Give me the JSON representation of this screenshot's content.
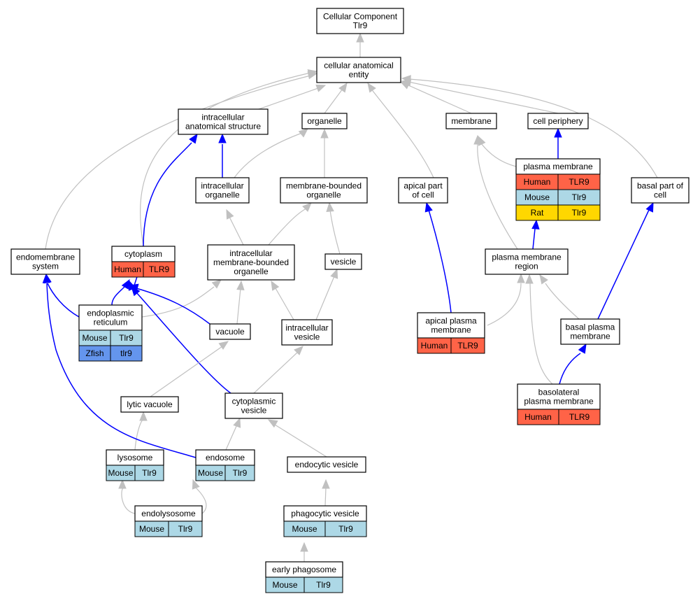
{
  "colors": {
    "Human": "#ff6347",
    "Mouse": "#add8e6",
    "Rat": "#ffd700",
    "Zfish": "#6495ed",
    "edge_is_a": "#c0c0c0",
    "edge_part_of": "#0000ff"
  },
  "nodes": {
    "root": {
      "lines": [
        "Cellular Component",
        "Tlr9"
      ],
      "rows": []
    },
    "cae": {
      "lines": [
        "cellular anatomical",
        "entity"
      ],
      "rows": []
    },
    "ias": {
      "lines": [
        "intracellular",
        "anatomical structure"
      ],
      "rows": []
    },
    "organelle": {
      "lines": [
        "organelle"
      ],
      "rows": []
    },
    "membrane": {
      "lines": [
        "membrane"
      ],
      "rows": []
    },
    "cellper": {
      "lines": [
        "cell periphery"
      ],
      "rows": []
    },
    "intorg": {
      "lines": [
        "intracellular",
        "organelle"
      ],
      "rows": []
    },
    "mbo": {
      "lines": [
        "membrane-bounded",
        "organelle"
      ],
      "rows": []
    },
    "apical": {
      "lines": [
        "apical part",
        "of cell"
      ],
      "rows": []
    },
    "pm": {
      "lines": [
        "plasma membrane"
      ],
      "rows": [
        [
          "Human",
          "TLR9"
        ],
        [
          "Mouse",
          "Tlr9"
        ],
        [
          "Rat",
          "Tlr9"
        ]
      ]
    },
    "basal": {
      "lines": [
        "basal part of",
        "cell"
      ],
      "rows": []
    },
    "endomem": {
      "lines": [
        "endomembrane",
        "system"
      ],
      "rows": []
    },
    "cytoplasm": {
      "lines": [
        "cytoplasm"
      ],
      "rows": [
        [
          "Human",
          "TLR9"
        ]
      ]
    },
    "imbo": {
      "lines": [
        "intracellular",
        "membrane-bounded",
        "organelle"
      ],
      "rows": []
    },
    "vesicle": {
      "lines": [
        "vesicle"
      ],
      "rows": []
    },
    "pmr": {
      "lines": [
        "plasma membrane",
        "region"
      ],
      "rows": []
    },
    "er": {
      "lines": [
        "endoplasmic",
        "reticulum"
      ],
      "rows": [
        [
          "Mouse",
          "Tlr9"
        ],
        [
          "Zfish",
          "tlr9"
        ]
      ]
    },
    "vacuole": {
      "lines": [
        "vacuole"
      ],
      "rows": []
    },
    "intves": {
      "lines": [
        "intracellular",
        "vesicle"
      ],
      "rows": []
    },
    "apm": {
      "lines": [
        "apical plasma",
        "membrane"
      ],
      "rows": [
        [
          "Human",
          "TLR9"
        ]
      ]
    },
    "bpm": {
      "lines": [
        "basal plasma",
        "membrane"
      ],
      "rows": []
    },
    "blpm": {
      "lines": [
        "basolateral",
        "plasma membrane"
      ],
      "rows": [
        [
          "Human",
          "TLR9"
        ]
      ]
    },
    "lytic": {
      "lines": [
        "lytic vacuole"
      ],
      "rows": []
    },
    "cytves": {
      "lines": [
        "cytoplasmic",
        "vesicle"
      ],
      "rows": []
    },
    "lysosome": {
      "lines": [
        "lysosome"
      ],
      "rows": [
        [
          "Mouse",
          "Tlr9"
        ]
      ]
    },
    "endosome": {
      "lines": [
        "endosome"
      ],
      "rows": [
        [
          "Mouse",
          "Tlr9"
        ]
      ]
    },
    "endocytic": {
      "lines": [
        "endocytic vesicle"
      ],
      "rows": []
    },
    "endolyso": {
      "lines": [
        "endolysosome"
      ],
      "rows": [
        [
          "Mouse",
          "Tlr9"
        ]
      ]
    },
    "phago": {
      "lines": [
        "phagocytic vesicle"
      ],
      "rows": [
        [
          "Mouse",
          "Tlr9"
        ]
      ]
    },
    "early": {
      "lines": [
        "early phagosome"
      ],
      "rows": [
        [
          "Mouse",
          "Tlr9"
        ]
      ]
    }
  }
}
